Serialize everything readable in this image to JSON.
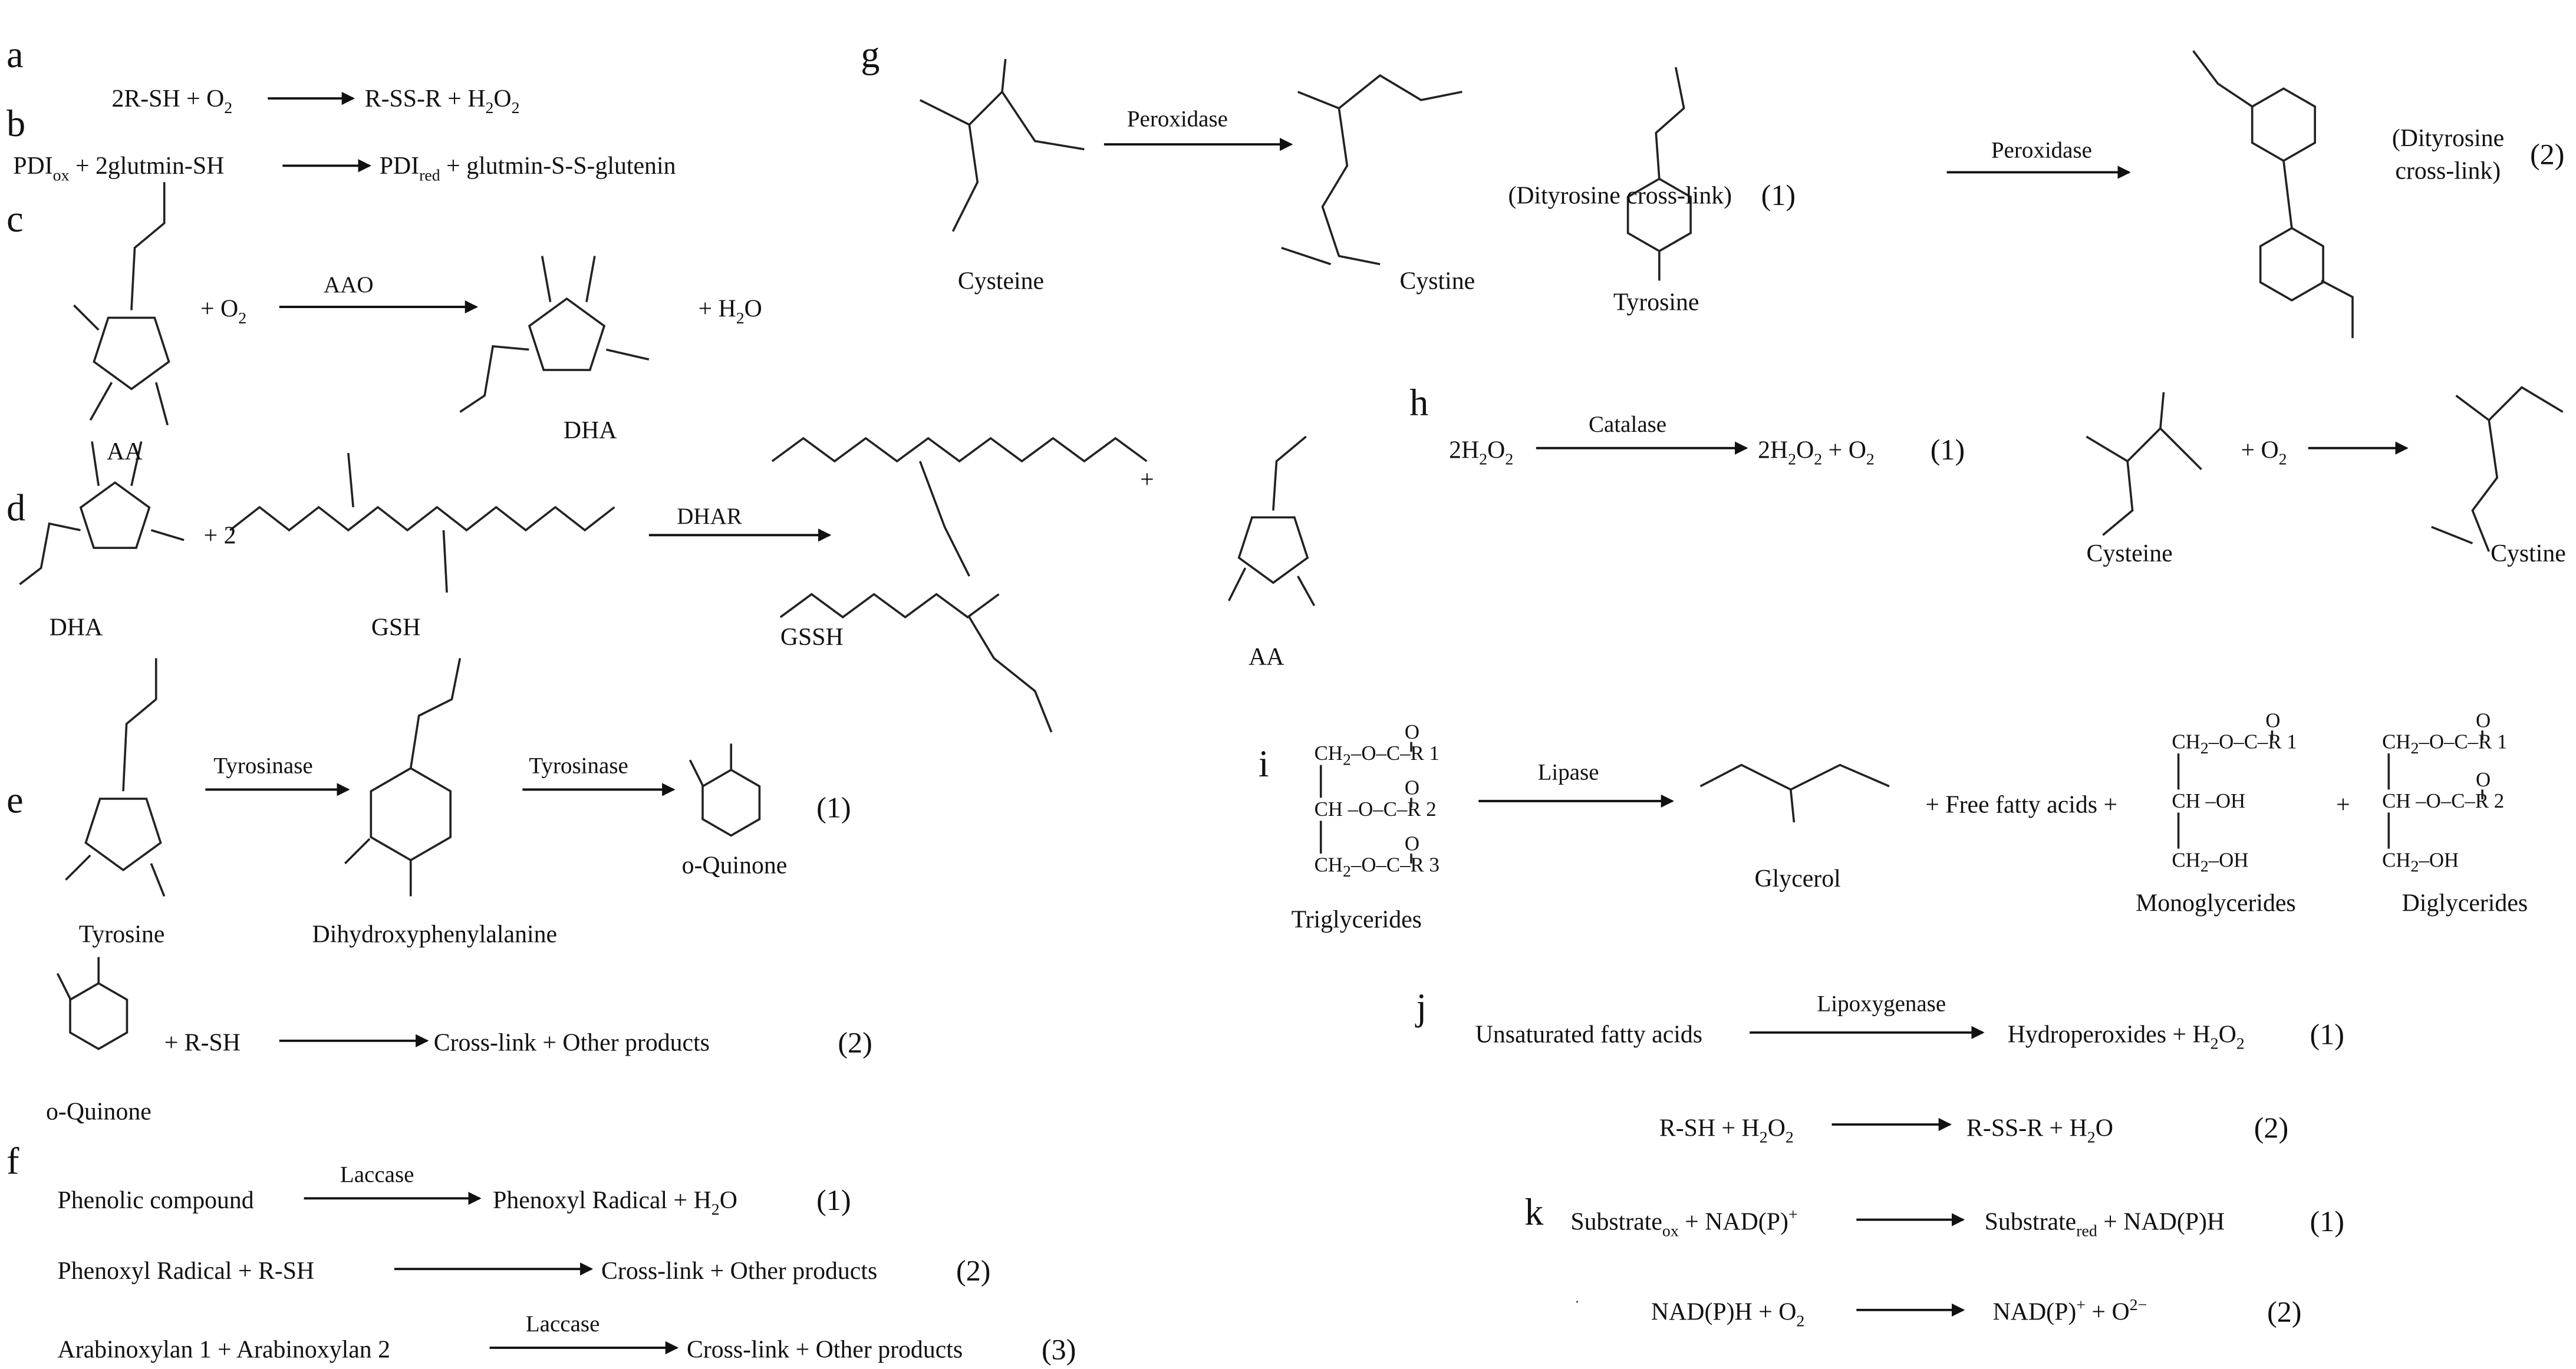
{
  "a": {
    "label": "a",
    "lhs": [
      "2R-SH + O",
      "2"
    ],
    "rhs": [
      "R-SS-R + H",
      "2",
      "O",
      "2"
    ]
  },
  "b": {
    "label": "b",
    "lhs": [
      "PDI",
      "ox",
      " + 2glutmin-SH"
    ],
    "rhs": [
      "PDI",
      "red",
      " +  glutmin-S-S-glutenin"
    ]
  },
  "c": {
    "label": "c",
    "reactant": "AA",
    "plus_o2": [
      "+ O",
      "2"
    ],
    "enzyme": "AAO",
    "product": "DHA",
    "plus_h2o": [
      "+ H",
      "2",
      "O"
    ]
  },
  "d": {
    "label": "d",
    "reactant1": "DHA",
    "coef": "+ 2",
    "reactant2": "GSH",
    "enzyme": "DHAR",
    "product1": "GSSH",
    "plus": "+",
    "product2": "AA"
  },
  "e": {
    "label": "e",
    "reactant": "Tyrosine",
    "enzyme1": "Tyrosinase",
    "intermediate": "Dihydroxyphenylalanine",
    "enzyme2": "Tyrosinase",
    "product": "o-Quinone",
    "num1": "(1)",
    "reactant2": "o-Quinone",
    "plus_rsh": "+ R-SH",
    "product2": "Cross-link + Other products",
    "num2": "(2)"
  },
  "f": {
    "label": "f",
    "r1": {
      "lhs": "Phenolic compound",
      "enzyme": "Laccase",
      "rhs": [
        "Phenoxyl Radical + H",
        "2",
        "O"
      ],
      "num": "(1)"
    },
    "r2": {
      "lhs": "Phenoxyl Radical + R-SH",
      "rhs": "Cross-link + Other products",
      "num": "(2)"
    },
    "r3": {
      "lhs": "Arabinoxylan 1 + Arabinoxylan 2",
      "enzyme": "Laccase",
      "rhs": "Cross-link + Other products",
      "num": "(3)"
    }
  },
  "g": {
    "label": "g",
    "reactant": "Cysteine",
    "enzyme1": "Peroxidase",
    "product": "Cystine",
    "note1": "(Dityrosine cross-link)",
    "num1": "(1)",
    "reactant2": "Tyrosine",
    "enzyme2": "Peroxidase",
    "note2a": "(Dityrosine",
    "note2b": "cross-link)",
    "num2": "(2)"
  },
  "h": {
    "label": "h",
    "lhs": [
      "2H",
      "2",
      "O",
      "2"
    ],
    "enzyme": "Catalase",
    "rhs": [
      "2H",
      "2",
      "O",
      "2",
      " + O",
      "2"
    ],
    "num": "(1)",
    "reactant2": "Cysteine",
    "plus_o2": [
      "+ O",
      "2"
    ],
    "product2": "Cystine"
  },
  "i": {
    "label": "i",
    "triglycerides": {
      "name": "Triglycerides",
      "o": "O",
      "rows": [
        [
          "CH",
          "2",
          "–O–C–R 1"
        ],
        [
          "CH –O–C–R 2"
        ],
        [
          "CH",
          "2",
          "–O–C–R 3"
        ]
      ]
    },
    "enzyme": "Lipase",
    "glycerol": "Glycerol",
    "plus_ffa": "+ Free fatty acids +",
    "monoglycerides": {
      "name": "Monoglycerides",
      "o": "O",
      "rows": [
        [
          "CH",
          "2",
          "–O–C–R 1"
        ],
        [
          "CH –OH"
        ],
        [
          "CH",
          "2",
          "–OH"
        ]
      ]
    },
    "plus": "+",
    "diglycerides": {
      "name": "Diglycerides",
      "o": "O",
      "rows": [
        [
          "CH",
          "2",
          "–O–C–R 1"
        ],
        [
          "CH –O–C–R 2"
        ],
        [
          "CH",
          "2",
          "–OH"
        ]
      ]
    }
  },
  "j": {
    "label": "j",
    "r1": {
      "lhs": "Unsaturated fatty acids",
      "enzyme": "Lipoxygenase",
      "rhs": [
        "Hydroperoxides + H",
        "2",
        "O",
        "2"
      ],
      "num": "(1)"
    },
    "r2": {
      "lhs": [
        "R-SH + H",
        "2",
        "O",
        "2"
      ],
      "rhs": [
        "R-SS-R + H",
        "2",
        "O"
      ],
      "num": "(2)"
    }
  },
  "k": {
    "label": "k",
    "r1": {
      "lhs": [
        "Substrate",
        "ox",
        " + NAD(P)",
        "+"
      ],
      "rhs": [
        "Substrate",
        "red",
        " + NAD(P)H"
      ],
      "num": "(1)"
    },
    "r2": {
      "lhs": [
        "NAD(P)H + O",
        "2"
      ],
      "rhs": [
        "NAD(P)",
        "+",
        " + O",
        "2−"
      ],
      "num": "(2)"
    }
  }
}
